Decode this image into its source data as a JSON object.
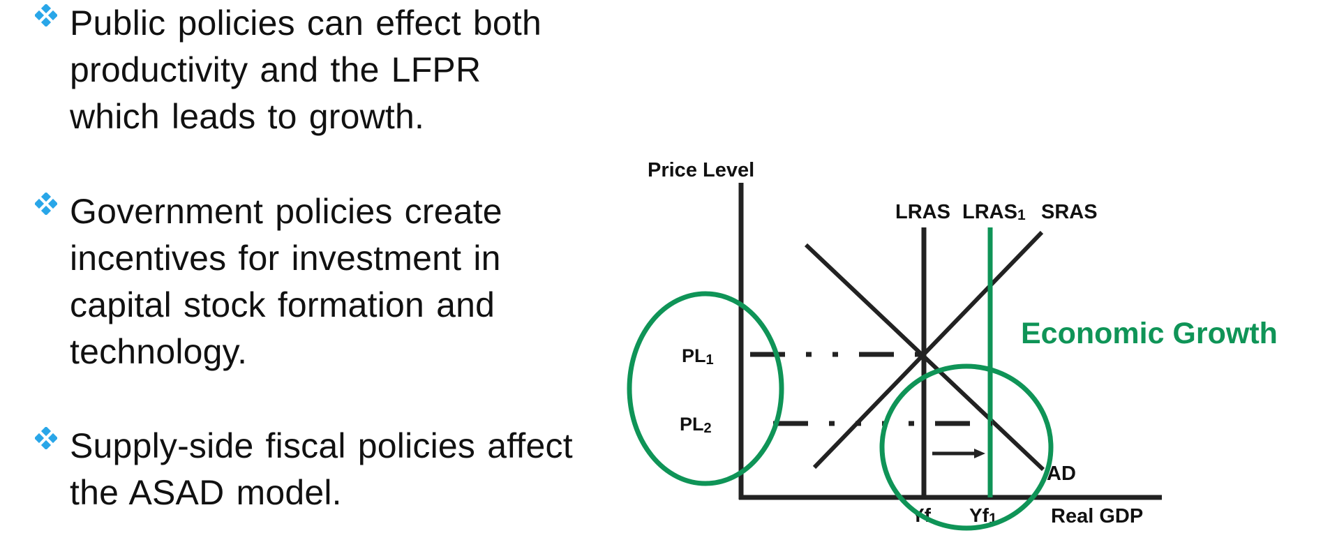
{
  "bullets": [
    {
      "lines": [
        "Public policies can effect both",
        "productivity and the LFPR",
        "which leads to growth."
      ]
    },
    {
      "lines": [
        "Government policies create",
        "incentives for investment in",
        "capital stock formation and",
        "technology."
      ]
    },
    {
      "lines": [
        "Supply-side fiscal policies affect",
        "the ASAD model."
      ]
    }
  ],
  "diagram": {
    "y_axis_label": "Price Level",
    "x_axis_label": "Real GDP",
    "curves": {
      "lras": "LRAS",
      "lras1": "LRAS",
      "lras1_sub": "1",
      "sras": "SRAS",
      "ad": "AD"
    },
    "price_levels": {
      "pl1": "PL",
      "pl1_sub": "1",
      "pl2": "PL",
      "pl2_sub": "2"
    },
    "outputs": {
      "yf": "Yf",
      "yf1": "Yf",
      "yf1_sub": "1"
    },
    "annotation": "Economic Growth",
    "colors": {
      "axis": "#222222",
      "highlight": "#0f9457",
      "bullet_icon": "#29a6e8",
      "text": "#111111"
    }
  }
}
